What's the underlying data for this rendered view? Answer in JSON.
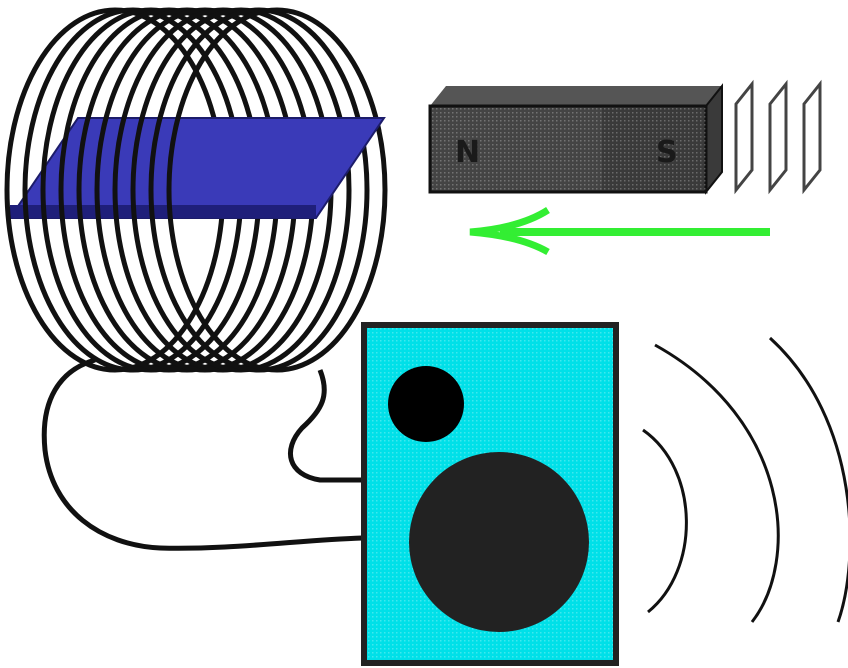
{
  "magnet": {
    "north_label": "N",
    "south_label": "S",
    "body_color": "#3a3a3a",
    "top_color": "#555555",
    "motion_trail_count": 3
  },
  "arrow": {
    "color": "#33ee33",
    "direction": "left"
  },
  "coil": {
    "turns": 10,
    "wire_color": "#111111",
    "plate_color": "#3a3ab8"
  },
  "speaker": {
    "cabinet_color": "#00e0e8",
    "border_color": "#222222",
    "tweeter_color": "#000000",
    "woofer_color": "#222222"
  },
  "sound_waves": {
    "count": 3,
    "color": "#111111"
  }
}
